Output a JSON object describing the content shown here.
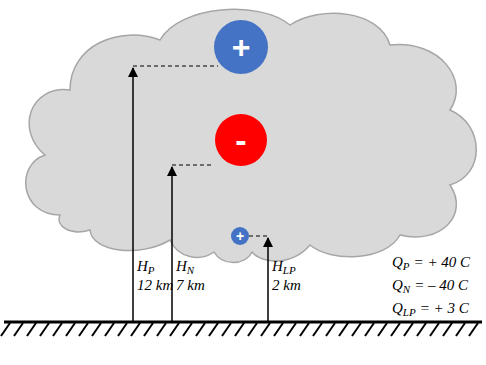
{
  "diagram": {
    "nodes": [
      {
        "text": [
          "+"
        ]
      },
      {
        "text": [
          "-"
        ]
      },
      {
        "text": [
          "+"
        ]
      }
    ],
    "labels": [
      "H",
      "P",
      "12 km",
      "H",
      "N",
      "7 km",
      "H",
      "LP",
      "2 km",
      "Q",
      "P",
      "= + 40 C",
      "Q",
      "N",
      "= – 40 C",
      "Q",
      "LP",
      "= + 3 C"
    ]
  }
}
